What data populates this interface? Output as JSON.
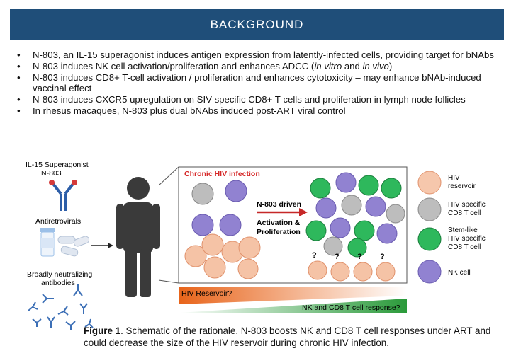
{
  "header": {
    "title": "BACKGROUND"
  },
  "bullets": [
    {
      "text": "N-803, an IL-15 superagonist induces antigen expression from latently-infected cells, providing target for bNAbs"
    },
    {
      "pre": "N-803 induces NK cell activation/proliferation and enhances ADCC (",
      "em1": "in vitro",
      "mid": " and ",
      "em2": "in vivo",
      "post": ")"
    },
    {
      "text": "N-803 induces CD8+ T-cell activation / proliferation and enhances cytotoxicity – may enhance bNAb-induced vaccinal effect"
    },
    {
      "text": "N-803 induces CXCR5 upregulation on SIV-specific CD8+ T-cells and proliferation in lymph node follicles"
    },
    {
      "text": "In rhesus macaques, N-803 plus dual bNAbs induced post-ART viral control"
    }
  ],
  "figure": {
    "il15_line1": "IL-15 Superagonist",
    "il15_line2": "N-803",
    "antiretrovirals": "Antiretrovirals",
    "bnab_line1": "Broadly neutralizing",
    "bnab_line2": "antibodies",
    "chronic": "Chronic HIV infection",
    "n803_driven": "N-803 driven",
    "activation_line1": "Activation &",
    "activation_line2": "Proliferation",
    "question": "?",
    "hiv_reservoir_bar": "HIV Reservoir?",
    "nk_response_bar": "NK and CD8 T cell response?",
    "legend": [
      {
        "lines": [
          "HIV",
          "reservoir"
        ]
      },
      {
        "lines": [
          "HIV specific",
          "CD8 T cell"
        ]
      },
      {
        "lines": [
          "Stem-like",
          "HIV specific",
          "CD8 T cell"
        ]
      },
      {
        "lines": [
          "NK cell"
        ]
      }
    ],
    "colors": {
      "reservoir": "#f6c7ac",
      "cd8": "#b8b8b8",
      "stem": "#2eb85c",
      "nk": "#8f7fd0",
      "red_text": "#d62828",
      "header": "#1f4e79"
    }
  },
  "caption": {
    "label": "Figure 1",
    "text": ". Schematic of the rationale. N-803 boosts NK and CD8 T cell responses under ART and could decrease the size of the HIV reservoir during chronic HIV infection."
  }
}
